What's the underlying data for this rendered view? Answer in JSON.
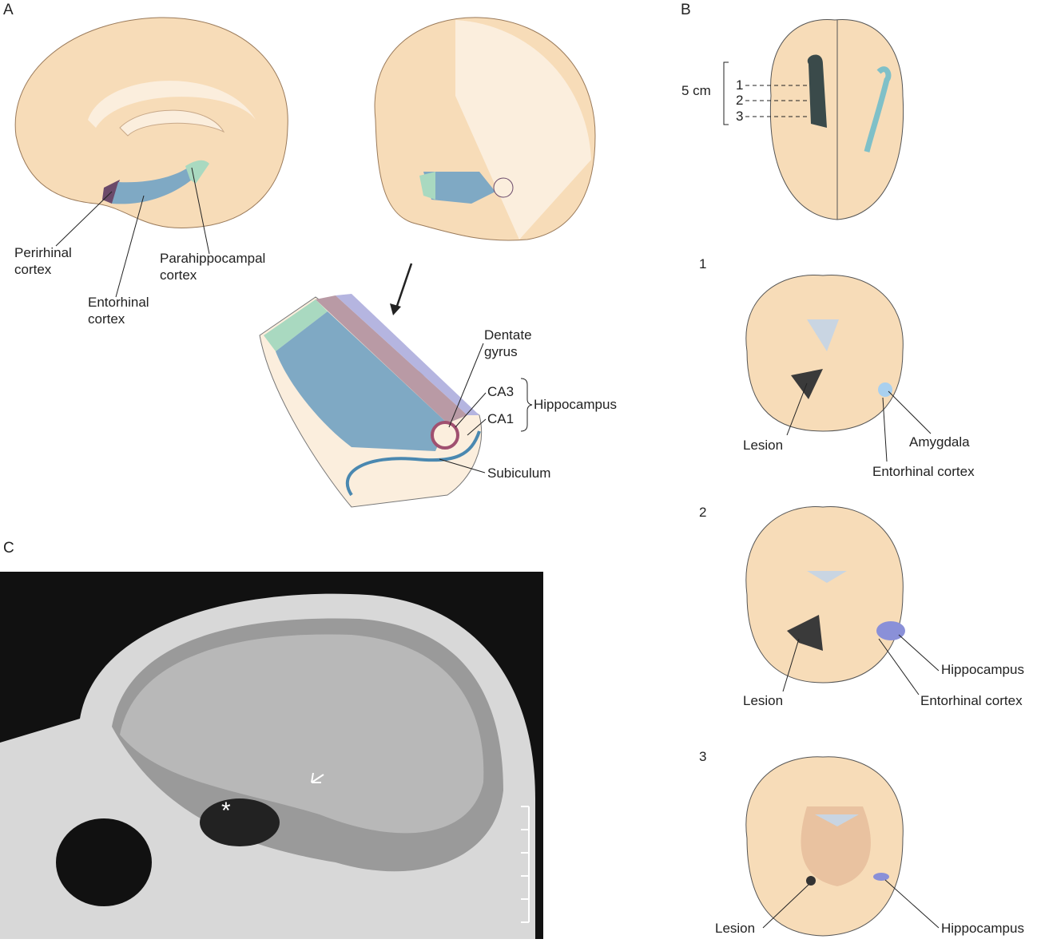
{
  "panels": {
    "a": "A",
    "b": "B",
    "c": "C"
  },
  "panel_a": {
    "perirhinal": "Perirhinal\ncortex",
    "entorhinal": "Entorhinal\ncortex",
    "parahippocampal": "Parahippocampal\ncortex",
    "dentate": "Dentate\ngyrus",
    "ca3": "CA3",
    "ca1": "CA1",
    "hippocampus": "Hippocampus",
    "subiculum": "Subiculum"
  },
  "panel_b": {
    "scale": "5 cm",
    "levels": [
      "1",
      "2",
      "3"
    ],
    "section1": {
      "number": "1",
      "lesion": "Lesion",
      "amygdala": "Amygdala",
      "entorhinal": "Entorhinal cortex"
    },
    "section2": {
      "number": "2",
      "lesion": "Lesion",
      "hippocampus": "Hippocampus",
      "entorhinal": "Entorhinal cortex"
    },
    "section3": {
      "number": "3",
      "lesion": "Lesion",
      "hippocampus": "Hippocampus"
    }
  },
  "panel_c": {
    "asterisk": "*"
  },
  "colors": {
    "brain": "#f7dcb8",
    "brain_light": "#fbeedd",
    "entorhinal": "#7fa9c4",
    "perirhinal": "#6b4a6a",
    "parahippo": "#a9d9c0",
    "lesion": "#3a3a3a",
    "hippo": "#8a90d8"
  }
}
